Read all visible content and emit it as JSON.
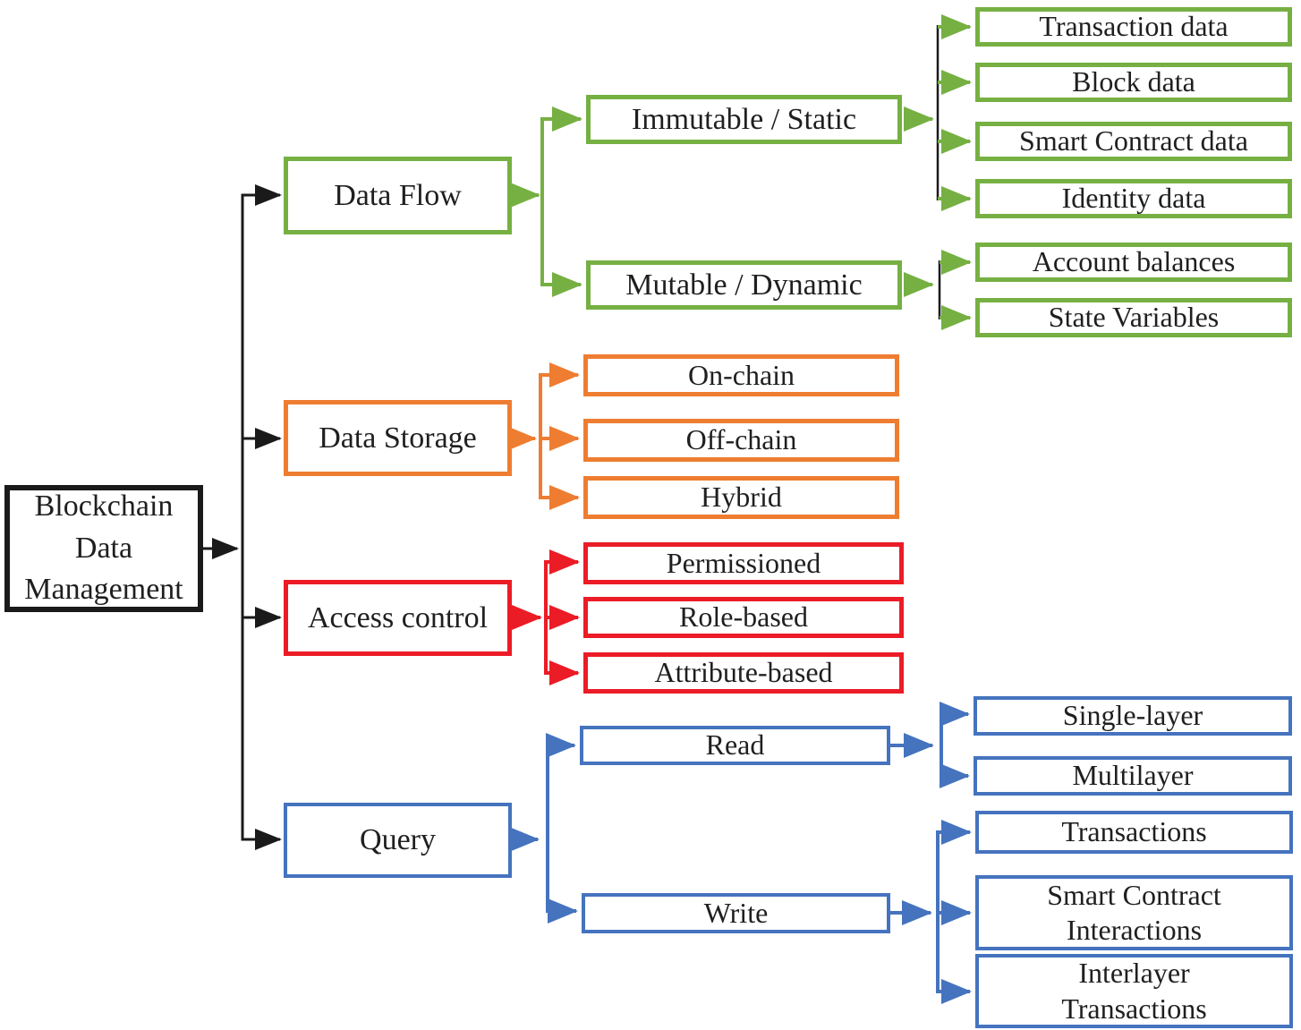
{
  "palette": {
    "trunk_black": "#1A1A1A",
    "data_flow_green": "#76B043",
    "data_storage_orange": "#EE7D31",
    "access_control_red": "#EB1C26",
    "query_blue": "#4573BE"
  },
  "tree": {
    "root": {
      "label": "Blockchain\nData\nManagement"
    },
    "branches": [
      {
        "label": "Data Flow",
        "color": "#76B043",
        "children": [
          {
            "label": "Immutable / Static",
            "children": [
              {
                "label": "Transaction data"
              },
              {
                "label": "Block data"
              },
              {
                "label": "Smart Contract data"
              },
              {
                "label": "Identity data"
              }
            ]
          },
          {
            "label": "Mutable / Dynamic",
            "children": [
              {
                "label": "Account balances"
              },
              {
                "label": "State Variables"
              }
            ]
          }
        ]
      },
      {
        "label": "Data Storage",
        "color": "#EE7D31",
        "children": [
          {
            "label": "On-chain"
          },
          {
            "label": "Off-chain"
          },
          {
            "label": "Hybrid"
          }
        ]
      },
      {
        "label": "Access control",
        "color": "#EB1C26",
        "children": [
          {
            "label": "Permissioned"
          },
          {
            "label": "Role-based"
          },
          {
            "label": "Attribute-based"
          }
        ]
      },
      {
        "label": "Query",
        "color": "#4573BE",
        "children": [
          {
            "label": "Read",
            "children": [
              {
                "label": "Single-layer"
              },
              {
                "label": "Multilayer"
              }
            ]
          },
          {
            "label": "Write",
            "children": [
              {
                "label": "Transactions"
              },
              {
                "label": "Smart Contract\nInteractions"
              },
              {
                "label": "Interlayer\nTransactions"
              }
            ]
          }
        ]
      }
    ]
  }
}
